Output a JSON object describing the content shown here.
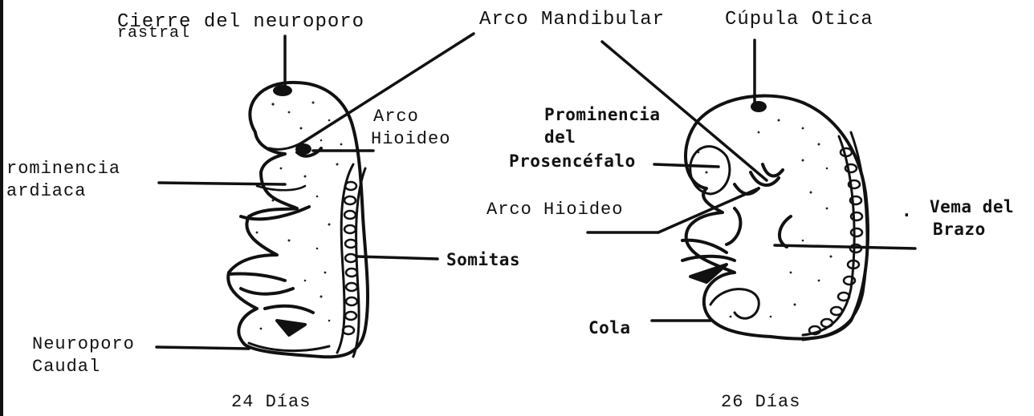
{
  "labels": {
    "cierre_line1": "Cierre del neuroporo",
    "cierre_line2": "rastral",
    "arco_mandibular": "Arco Mandibular",
    "cupula_otica": "Cúpula Otica",
    "arco_hioideo_left_1": "Arco",
    "arco_hioideo_left_2": "Hioideo",
    "prominencia_cardiaca_1": "rominencia",
    "prominencia_cardiaca_2": "ardiaca",
    "somitas": "Somitas",
    "neuroporo_caudal_1": "Neuroporo",
    "neuroporo_caudal_2": "Caudal",
    "prominencia_prosencefalo_1": "Prominencia",
    "prominencia_prosencefalo_2": "del",
    "prominencia_prosencefalo_3": "Prosencéfalo",
    "arco_hioideo_right": "Arco Hioideo",
    "vema_del_brazo_1": "Vema del",
    "vema_del_brazo_2": "Brazo",
    "cola": "Cola"
  },
  "captions": {
    "left": "24 Días",
    "right": "26 Días"
  }
}
